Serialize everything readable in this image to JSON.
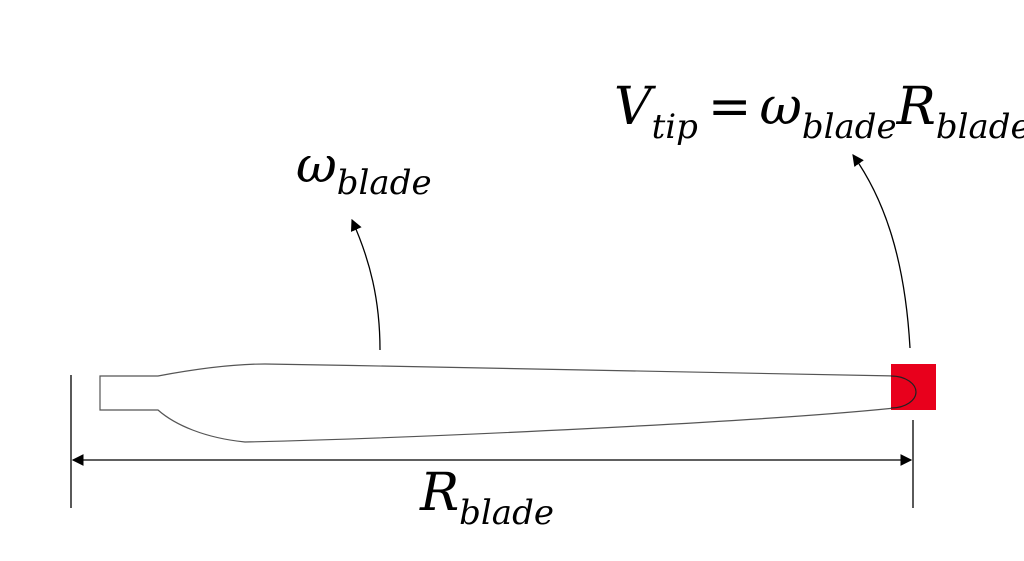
{
  "labels": {
    "omega_symbol": "ω",
    "omega_subscript": "blade",
    "v_symbol": "V",
    "v_subscript": "tip",
    "equals": "=",
    "eq_omega_symbol": "ω",
    "eq_omega_subscript": "blade",
    "eq_r_symbol": "R",
    "eq_r_subscript": "blade",
    "radius_symbol": "R",
    "radius_subscript": "blade"
  },
  "colors": {
    "tip_marker": "#e8001c",
    "line": "#000000",
    "blade_outline": "#555555"
  }
}
